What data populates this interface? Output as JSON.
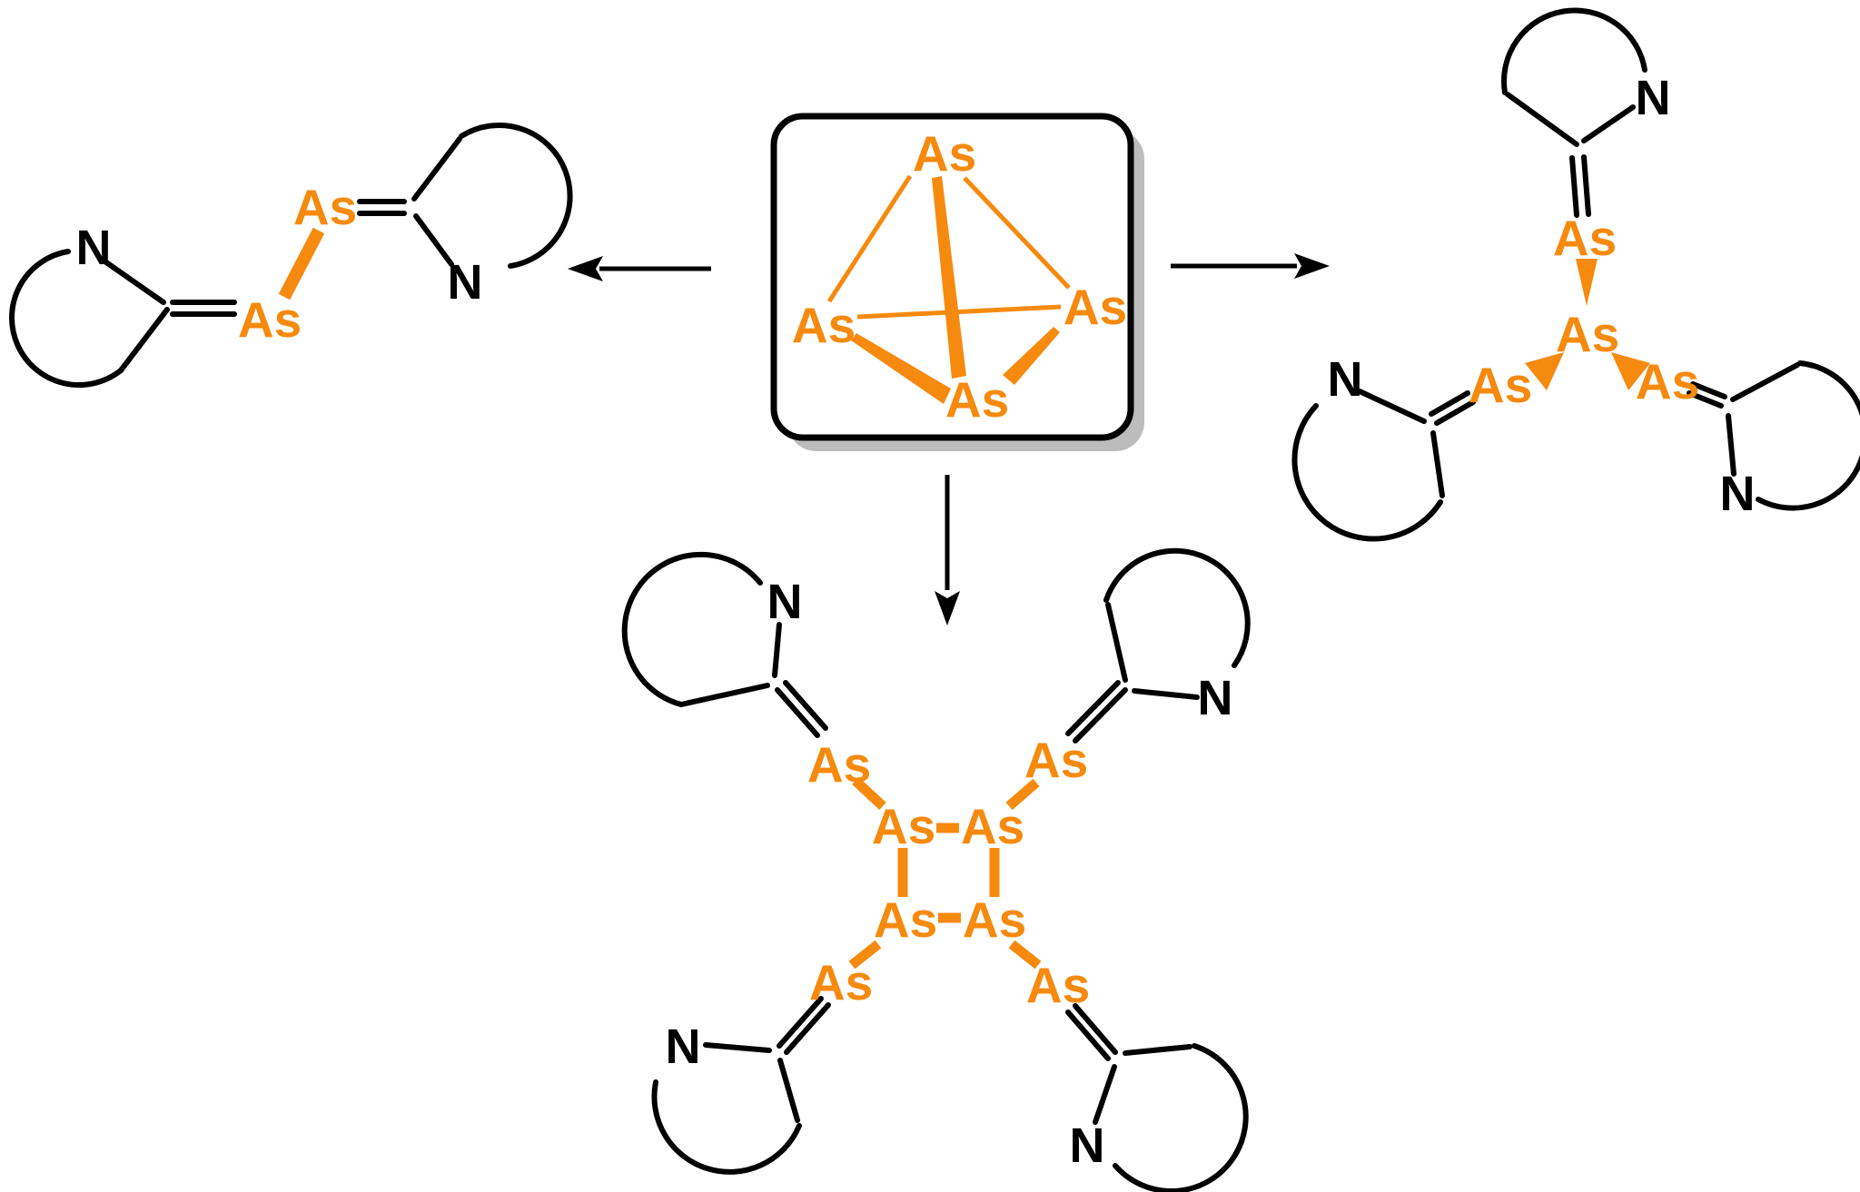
{
  "figure_type": "chemical-reaction-scheme",
  "palette": {
    "arsenic_orange": "#F68A0E",
    "bond_black": "#000000",
    "box_fill": "#FFFFFF",
    "box_border": "#000000",
    "box_shadow_gray": "#BCBCBC",
    "background": "#FFFFFF"
  },
  "labels": {
    "arsenic": "As",
    "nitrogen": "N"
  },
  "molecules": {
    "precursor_boxed": {
      "description": "As4 tetrahedron inside rounded box",
      "arsenic_label_count": 4
    },
    "left_product": {
      "description": "diarsene: ring-C=As-As=C-ring",
      "arsenic_label_count": 2,
      "nitrogen_label_count": 2
    },
    "right_product": {
      "description": "central As with three wedge bonds to As=C-ring arms",
      "arsenic_label_count": 4,
      "nitrogen_label_count": 3
    },
    "bottom_product": {
      "description": "cyclo-As4 square with four exocyclic As=C-ring arms",
      "arsenic_label_count": 8,
      "nitrogen_label_count": 4
    }
  },
  "arrows": {
    "left": "points-left",
    "right": "points-right",
    "down": "points-down"
  }
}
